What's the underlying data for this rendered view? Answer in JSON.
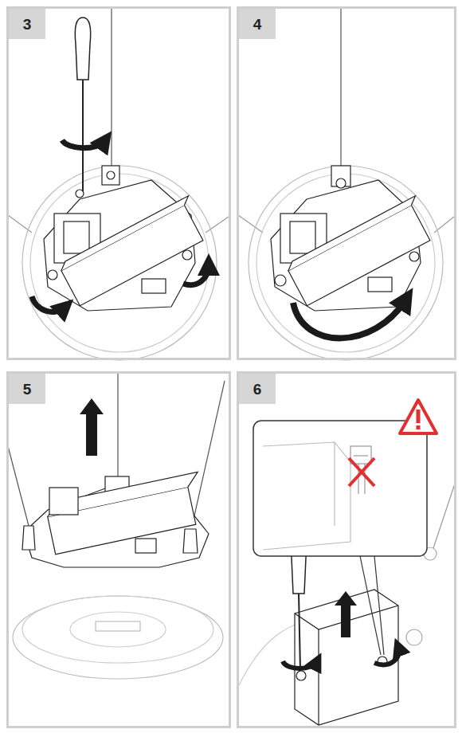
{
  "diagram": {
    "nodes": [
      {
        "text": [
          "3"
        ]
      },
      {
        "text": [
          "4"
        ]
      },
      {
        "text": [
          "5"
        ]
      },
      {
        "text": [
          "6"
        ]
      }
    ]
  }
}
